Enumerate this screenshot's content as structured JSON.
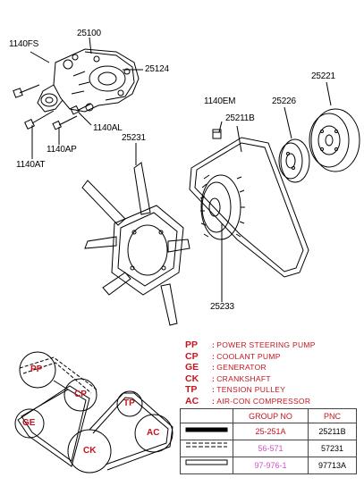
{
  "part_labels": {
    "p1140FS": "1140FS",
    "p25100": "25100",
    "p25124": "25124",
    "p1140EM": "1140EM",
    "p25211B": "25211B",
    "p25226": "25226",
    "p25221": "25221",
    "p1140AL": "1140AL",
    "p1140AP": "1140AP",
    "p1140AT": "1140AT",
    "p25231": "25231",
    "p25233": "25233"
  },
  "legend": [
    {
      "abbr": "PP",
      "desc": "POWER STEERING PUMP"
    },
    {
      "abbr": "CP",
      "desc": "COOLANT PUMP"
    },
    {
      "abbr": "GE",
      "desc": "GENERATOR"
    },
    {
      "abbr": "CK",
      "desc": "CRANKSHAFT"
    },
    {
      "abbr": "TP",
      "desc": "TENSION PULLEY"
    },
    {
      "abbr": "AC",
      "desc": "AIR-CON COMPRESSOR"
    }
  ],
  "legend_colon": ":",
  "pulleys": {
    "pp": "PP",
    "cp": "CP",
    "ge": "GE",
    "ck": "CK",
    "tp": "TP",
    "ac": "AC"
  },
  "table": {
    "col_group": "GROUP NO",
    "col_pnc": "PNC",
    "rows": [
      {
        "group": "25-251A",
        "pnc": "25211B"
      },
      {
        "group": "56-571",
        "pnc": "57231"
      },
      {
        "group": "97-976-1",
        "pnc": "97713A"
      }
    ]
  },
  "colors": {
    "accent_red": "#c8141e",
    "pink": "#d64fc8",
    "line": "#000000"
  }
}
